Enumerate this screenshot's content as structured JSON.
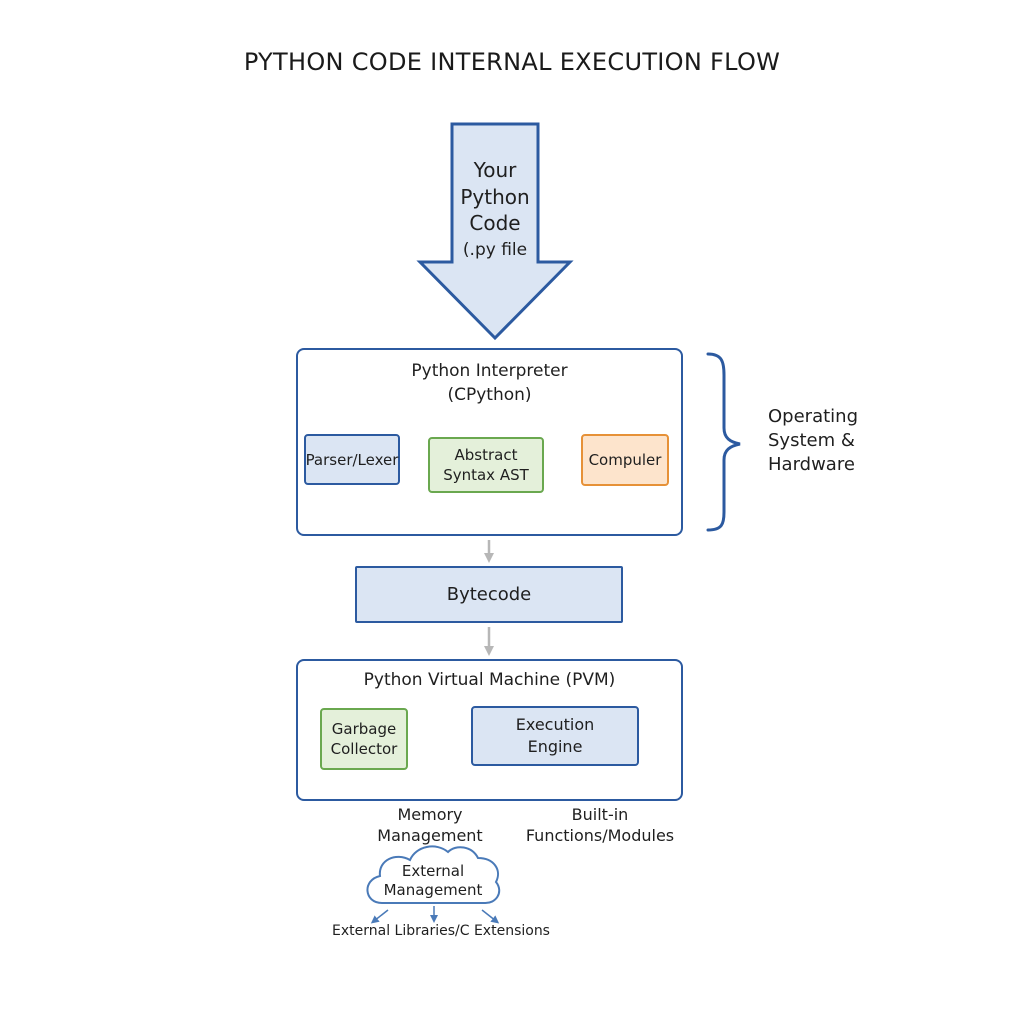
{
  "title": "PYTHON CODE INTERNAL EXECUTION FLOW",
  "source_arrow": {
    "lines": [
      "Your",
      "Python",
      "Code",
      "(.py file"
    ]
  },
  "interpreter": {
    "title_line1": "Python Interpreter",
    "title_line2": "(CPython)",
    "parser": "Parser/Lexer",
    "ast_line1": "Abstract",
    "ast_line2": "Syntax AST",
    "compiler": "Compuler"
  },
  "os_label": {
    "line1": "Operating",
    "line2": "System &",
    "line3": "Hardware"
  },
  "bytecode": "Bytecode",
  "pvm": {
    "title": "Python Virtual Machine (PVM)",
    "gc_line1": "Garbage",
    "gc_line2": "Collector",
    "engine_line1": "Execution",
    "engine_line2": "Engine"
  },
  "memory": {
    "line1": "Memory",
    "line2": "Management"
  },
  "builtins": {
    "line1": "Built-in",
    "line2": "Functions/Modules"
  },
  "cloud": {
    "line1": "External",
    "line2": "Management"
  },
  "external_libs": "External Libraries/C Extensions",
  "colors": {
    "frame": "#2c5aa0",
    "blue_fill": "#dbe5f3",
    "green_border": "#6aa84f",
    "green_fill": "#e4f0da",
    "orange_border": "#e69138",
    "orange_fill": "#fde4cc",
    "gray_arrow": "#b7b7b7"
  }
}
